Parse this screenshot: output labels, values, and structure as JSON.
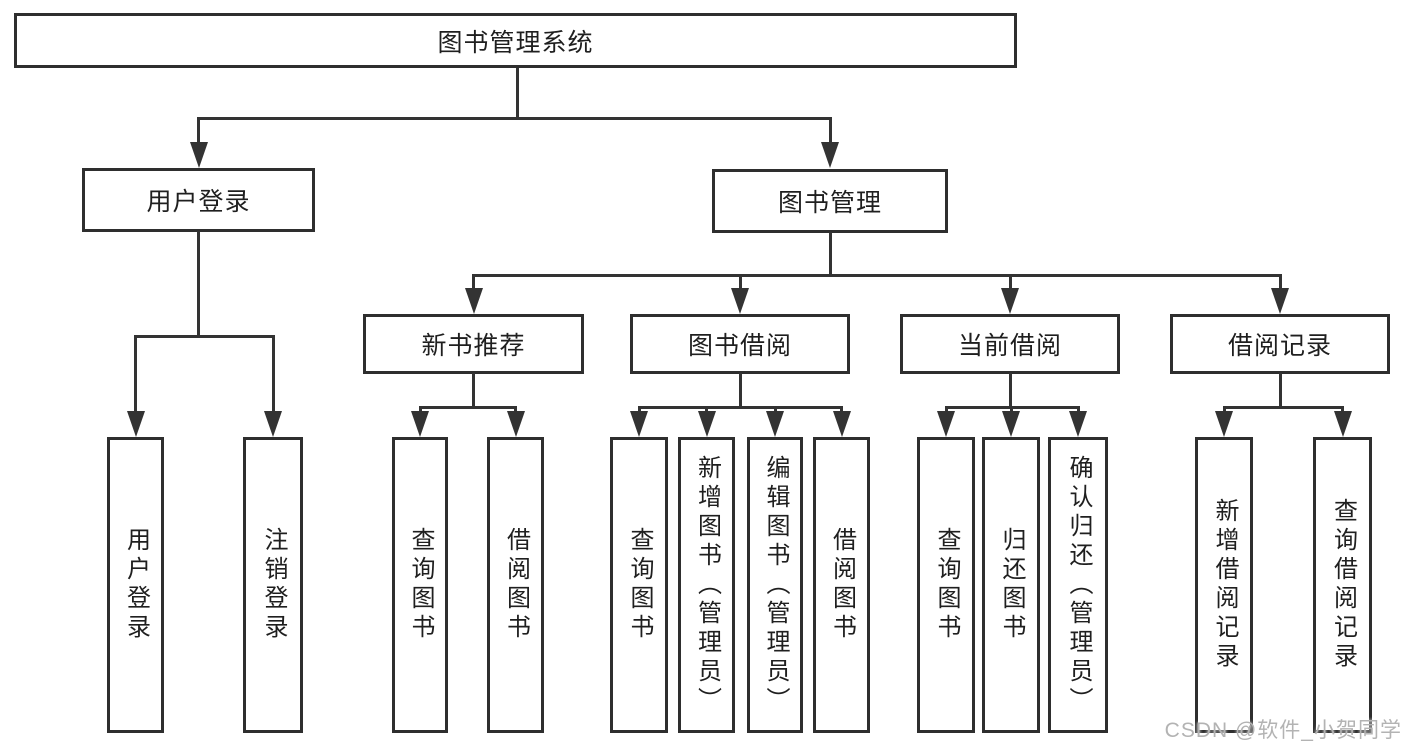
{
  "diagram": {
    "root": {
      "label": "图书管理系统"
    },
    "level2": {
      "user_login": {
        "label": "用户登录"
      },
      "book_management": {
        "label": "图书管理"
      }
    },
    "level3": {
      "new_book_recommend": {
        "label": "新书推荐"
      },
      "book_borrowing": {
        "label": "图书借阅"
      },
      "current_borrowing": {
        "label": "当前借阅"
      },
      "borrowing_records": {
        "label": "借阅记录"
      }
    },
    "leaves": {
      "user_login": {
        "label": "用户登录"
      },
      "logout": {
        "label": "注销登录"
      },
      "recommend_query_books": {
        "label": "查询图书"
      },
      "recommend_borrow_books": {
        "label": "借阅图书"
      },
      "borrowing_query_books": {
        "label": "查询图书"
      },
      "borrowing_add_books_admin": {
        "label": "新增图书（管理员）"
      },
      "borrowing_edit_books_admin": {
        "label": "编辑图书（管理员）"
      },
      "borrowing_borrow_books": {
        "label": "借阅图书"
      },
      "current_query_books": {
        "label": "查询图书"
      },
      "current_return_books": {
        "label": "归还图书"
      },
      "current_confirm_return_admin": {
        "label": "确认归还（管理员）"
      },
      "records_add_record": {
        "label": "新增借阅记录"
      },
      "records_query_record": {
        "label": "查询借阅记录"
      }
    }
  },
  "watermark": {
    "text": "CSDN @软件_小贺同学"
  },
  "colors": {
    "line": "#333333",
    "border": "#2e2e2e",
    "text": "#1f1f1f",
    "watermark": "#b3b3b3",
    "bg": "#ffffff"
  }
}
